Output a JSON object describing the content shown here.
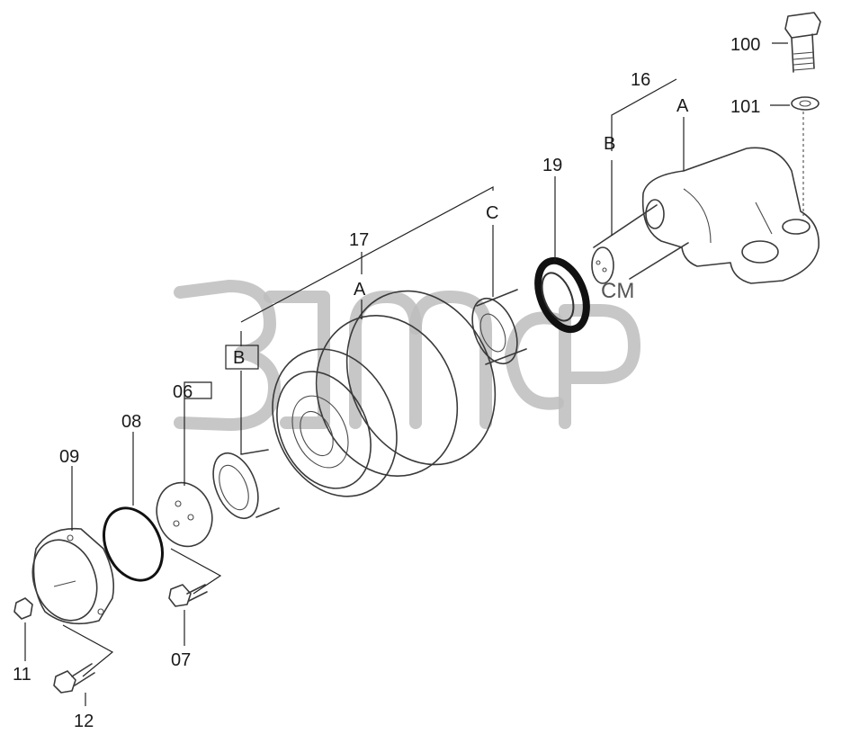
{
  "watermark": {
    "text": "CM"
  },
  "labels": {
    "p100": "100",
    "p101": "101",
    "p16": "16",
    "p16_a": "A",
    "p16_b": "B",
    "p19": "19",
    "p17_c": "C",
    "p17": "17",
    "p17_a": "A",
    "p17_b": "B",
    "p06": "06",
    "p08": "08",
    "p09": "09",
    "p07": "07",
    "p11": "11",
    "p12": "12"
  }
}
